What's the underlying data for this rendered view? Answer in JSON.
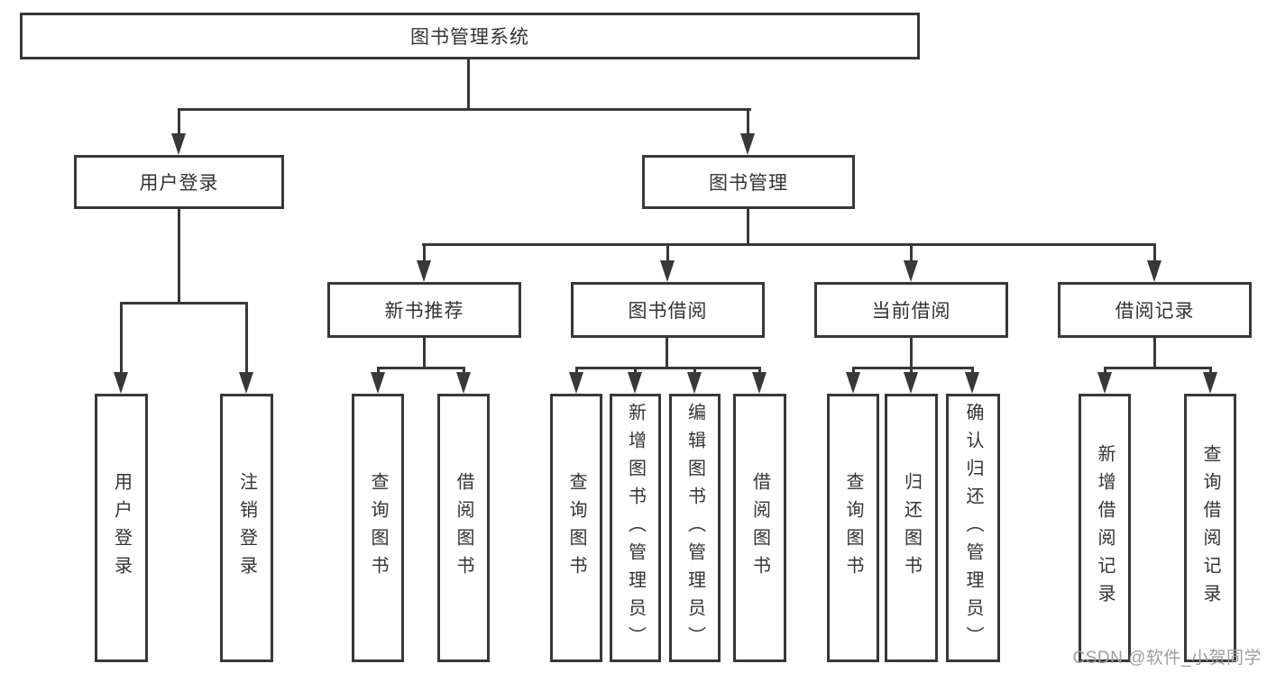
{
  "diagram": {
    "root_label": "图书管理系统",
    "user_login": {
      "label": "用户登录",
      "children": [
        {
          "label": "用户登录"
        },
        {
          "label": "注销登录"
        }
      ]
    },
    "book_mgmt": {
      "label": "图书管理",
      "sections": [
        {
          "label": "新书推荐",
          "children": [
            {
              "label": "查询图书"
            },
            {
              "label": "借阅图书"
            }
          ]
        },
        {
          "label": "图书借阅",
          "children": [
            {
              "label": "查询图书"
            },
            {
              "label": "新增图书（管理员）"
            },
            {
              "label": "编辑图书（管理员）"
            },
            {
              "label": "借阅图书"
            }
          ]
        },
        {
          "label": "当前借阅",
          "children": [
            {
              "label": "查询图书"
            },
            {
              "label": "归还图书"
            },
            {
              "label": "确认归还（管理员）"
            }
          ]
        },
        {
          "label": "借阅记录",
          "children": [
            {
              "label": "新增借阅记录"
            },
            {
              "label": "查询借阅记录"
            }
          ]
        }
      ]
    }
  },
  "watermark": "CSDN @软件_小贺同学",
  "colors": {
    "line": "#383838",
    "text": "#333333",
    "watermark": "#9e9ea2",
    "background": "#ffffff"
  }
}
